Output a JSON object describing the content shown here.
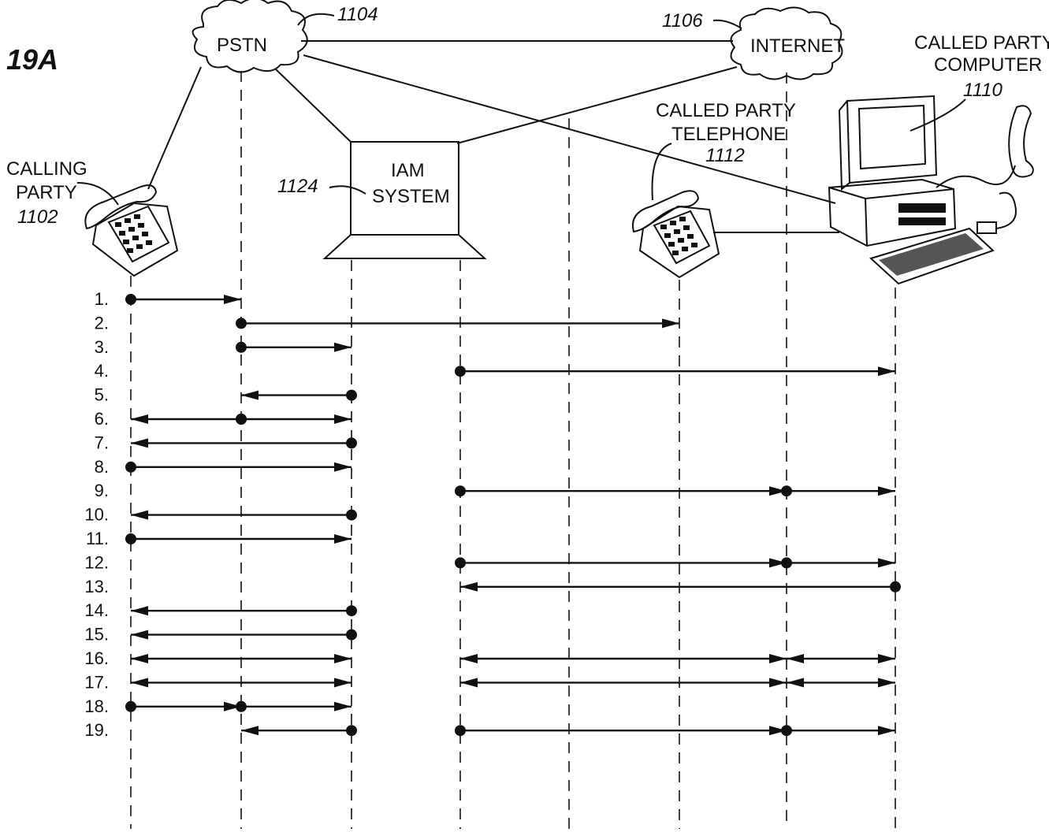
{
  "figure": {
    "title": "19A"
  },
  "nodes": {
    "pstn": {
      "label": "PSTN",
      "ref": "1104"
    },
    "internet": {
      "label": "INTERNET",
      "ref": "1106"
    },
    "calling_party": {
      "label_line1": "CALLING",
      "label_line2": "PARTY",
      "ref": "1102"
    },
    "iam_system": {
      "label_line1": "IAM",
      "label_line2": "SYSTEM",
      "ref": "1124"
    },
    "called_telephone": {
      "label_line1": "CALLED PARTY",
      "label_line2": "TELEPHONE",
      "ref": "1112"
    },
    "called_computer": {
      "label_line1": "CALLED PARTY",
      "label_line2": "COMPUTER",
      "ref": "1110"
    }
  },
  "steps": [
    {
      "label": "1.",
      "arrows": [
        {
          "from": "calling",
          "to": "pstn"
        }
      ]
    },
    {
      "label": "2.",
      "arrows": [
        {
          "from": "pstn",
          "to": "telephone"
        }
      ]
    },
    {
      "label": "3.",
      "arrows": [
        {
          "from": "pstn",
          "to": "iam"
        }
      ]
    },
    {
      "label": "4.",
      "arrows": [
        {
          "from": "iam_inet",
          "to": "computer"
        }
      ]
    },
    {
      "label": "5.",
      "arrows": [
        {
          "from": "iam",
          "to": "pstn"
        }
      ]
    },
    {
      "label": "6.",
      "arrows": [
        {
          "from": "pstn",
          "to": "calling"
        },
        {
          "from": "pstn",
          "to": "iam"
        }
      ]
    },
    {
      "label": "7.",
      "arrows": [
        {
          "from": "iam",
          "to": "calling"
        }
      ]
    },
    {
      "label": "8.",
      "arrows": [
        {
          "from": "calling",
          "to": "iam"
        }
      ]
    },
    {
      "label": "9.",
      "arrows": [
        {
          "from": "iam_inet",
          "to": "internet"
        },
        {
          "from": "internet",
          "to": "computer"
        }
      ]
    },
    {
      "label": "10.",
      "arrows": [
        {
          "from": "iam",
          "to": "calling"
        }
      ]
    },
    {
      "label": "11.",
      "arrows": [
        {
          "from": "calling",
          "to": "iam"
        }
      ]
    },
    {
      "label": "12.",
      "arrows": [
        {
          "from": "iam_inet",
          "to": "internet"
        },
        {
          "from": "internet",
          "to": "computer"
        }
      ]
    },
    {
      "label": "13.",
      "arrows": [
        {
          "from": "computer",
          "to": "iam_inet"
        }
      ]
    },
    {
      "label": "14.",
      "arrows": [
        {
          "from": "iam",
          "to": "calling"
        }
      ]
    },
    {
      "label": "15.",
      "arrows": [
        {
          "from": "iam",
          "to": "calling"
        }
      ]
    },
    {
      "label": "16.",
      "arrows": [
        {
          "both": true,
          "from": "calling",
          "to": "iam"
        },
        {
          "both": true,
          "from": "iam_inet",
          "to": "internet"
        },
        {
          "both": true,
          "from": "internet",
          "to": "computer"
        }
      ]
    },
    {
      "label": "17.",
      "arrows": [
        {
          "both": true,
          "from": "calling",
          "to": "iam"
        },
        {
          "both": true,
          "from": "iam_inet",
          "to": "internet"
        },
        {
          "both": true,
          "from": "internet",
          "to": "computer"
        }
      ]
    },
    {
      "label": "18.",
      "arrows": [
        {
          "from": "calling",
          "to": "pstn"
        },
        {
          "from": "pstn",
          "to": "iam"
        }
      ]
    },
    {
      "label": "19.",
      "arrows": [
        {
          "from": "iam",
          "to": "pstn"
        },
        {
          "from": "iam_inet",
          "to": "internet"
        },
        {
          "from": "internet",
          "to": "computer"
        }
      ]
    }
  ]
}
